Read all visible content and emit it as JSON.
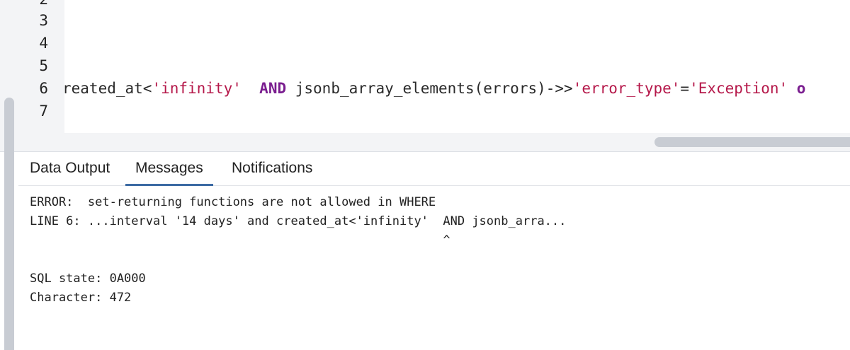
{
  "editor": {
    "line_numbers": [
      "2",
      "3",
      "4",
      "5",
      "6",
      "7"
    ],
    "line6_tokens": [
      {
        "text": "reated_at<",
        "kind": "plain"
      },
      {
        "text": "'infinity'",
        "kind": "str"
      },
      {
        "text": "  ",
        "kind": "plain"
      },
      {
        "text": "AND",
        "kind": "kw"
      },
      {
        "text": " jsonb_array_elements(errors)->>",
        "kind": "plain"
      },
      {
        "text": "'error_type'",
        "kind": "str"
      },
      {
        "text": "=",
        "kind": "plain"
      },
      {
        "text": "'Exception'",
        "kind": "str"
      },
      {
        "text": " o",
        "kind": "kw"
      }
    ]
  },
  "panel": {
    "tabs": [
      {
        "label": "Data Output",
        "active": false
      },
      {
        "label": "Messages",
        "active": true
      },
      {
        "label": "Notifications",
        "active": false
      }
    ],
    "messages": [
      "ERROR:  set-returning functions are not allowed in WHERE",
      "LINE 6: ...interval '14 days' and created_at<'infinity'  AND jsonb_arra...",
      "                                                         ^",
      "",
      "SQL state: 0A000",
      "Character: 472"
    ]
  },
  "colors": {
    "keyword": "#7a1d8f",
    "string": "#b5184a",
    "active_tab_underline": "#3c6aa3"
  }
}
